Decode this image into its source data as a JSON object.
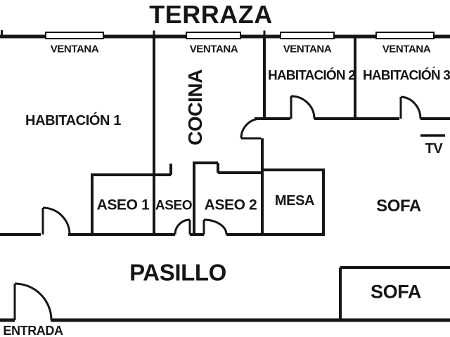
{
  "plan": {
    "title": "TERRAZA",
    "window_label": "VENTANA",
    "rooms": {
      "habitacion1": "HABITACIÓN 1",
      "cocina": "COCINA",
      "habitacion2": "HABITACIÓN 2",
      "habitacion3": "HABITACIÓN 3",
      "habitacion3_mark": "´",
      "pasillo": "PASILLO",
      "aseo1": "ASEO 1",
      "aseo": "ASEO",
      "aseo2": "ASEO 2"
    },
    "furniture": {
      "mesa": "MESA",
      "sofa_living": "SOFA",
      "sofa_hall": "SOFA",
      "tv": "TV"
    },
    "entrada_label": "ENTRADA",
    "colors": {
      "line": "#161616",
      "background": "#ffffff"
    }
  }
}
